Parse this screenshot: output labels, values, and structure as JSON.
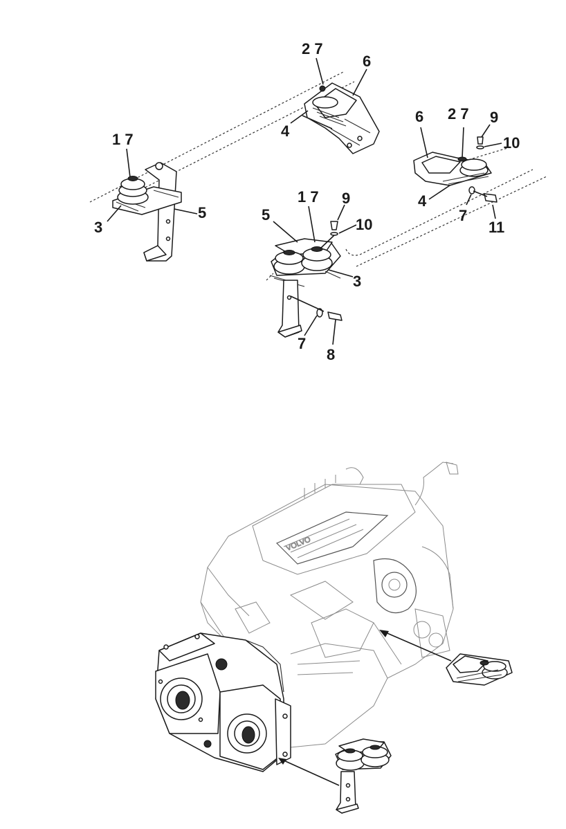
{
  "callouts": {
    "c27_top": "2 7",
    "c6_top": "6",
    "c4_top": "4",
    "c17_left": "1 7",
    "c5_left": "5",
    "c3_left": "3",
    "c6_right": "6",
    "c27_right": "2 7",
    "c9_right": "9",
    "c10_right": "10",
    "c4_right": "4",
    "c7_right": "7",
    "c11_right": "11",
    "c17_center": "1 7",
    "c9_center": "9",
    "c10_center": "10",
    "c5_center": "5",
    "c3_center": "3",
    "c7_center": "7",
    "c8_center": "8"
  },
  "engine_brand": "VOLVO"
}
